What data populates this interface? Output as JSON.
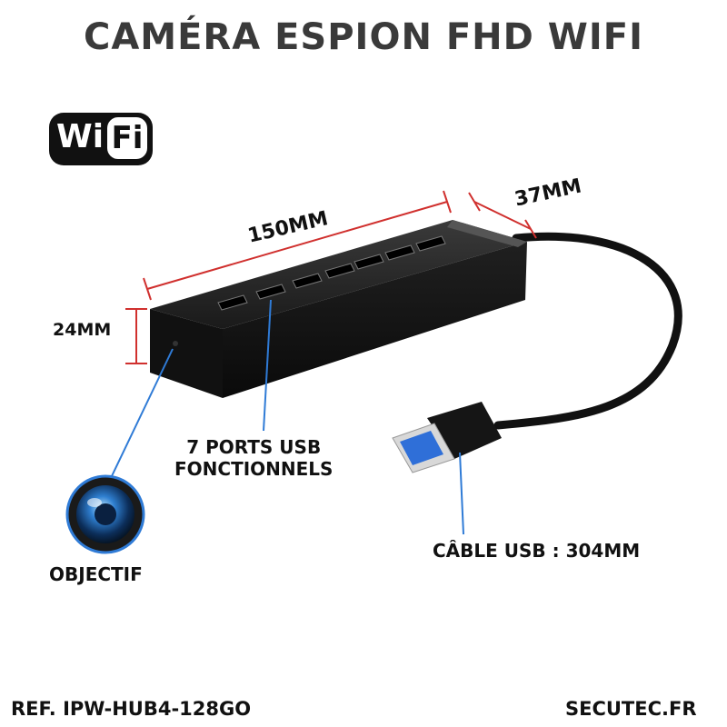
{
  "title": "CAMÉRA ESPION FHD WIFI",
  "wifi_badge": {
    "left": "Wi",
    "right": "Fi"
  },
  "dimensions": {
    "length": "150MM",
    "depth": "37MM",
    "height": "24MM"
  },
  "callouts": {
    "ports_line1": "7 PORTS USB",
    "ports_line2": "FONCTIONNELS",
    "cable": "CÂBLE USB : 304MM",
    "lens": "OBJECTIF"
  },
  "footer": {
    "ref": "REF. IPW-HUB4-128GO",
    "site": "SECUTEC.FR"
  },
  "colors": {
    "dimension_line": "#d0302e",
    "callout_line": "#2f7bd6",
    "device": "#141414",
    "usb_blue": "#2f6fd8"
  }
}
